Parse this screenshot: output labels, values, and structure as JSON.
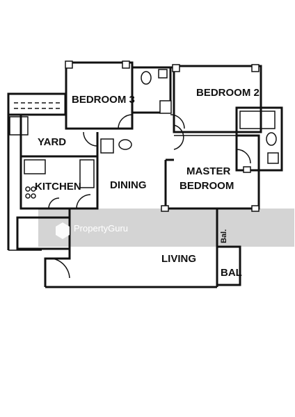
{
  "floorplan": {
    "rooms": {
      "bedroom3": "BEDROOM 3",
      "bedroom2": "BEDROOM 2",
      "yard": "YARD",
      "kitchen": "KITCHEN",
      "dining": "DINING",
      "master_line1": "MASTER",
      "master_line2": "BEDROOM",
      "living": "LIVING",
      "bal": "BAL",
      "bal_side": "Bal."
    },
    "watermark": "PropertyGuru",
    "colors": {
      "line": "#111111",
      "watermark_band": "#9a9a9a",
      "watermark_text": "#ffffff"
    }
  }
}
